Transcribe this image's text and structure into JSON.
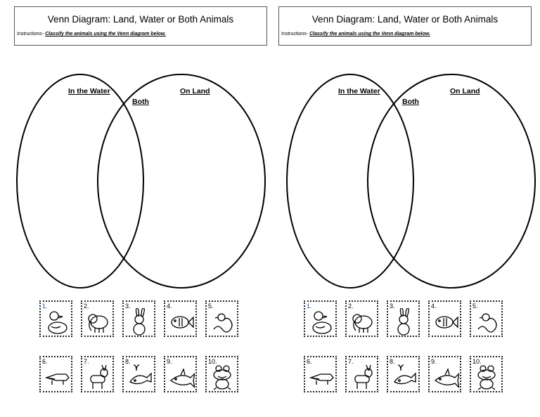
{
  "worksheet": {
    "title": "Venn Diagram: Land, Water or Both Animals",
    "instructions_lead": "Instructions- ",
    "instructions_task": "Classify the animals using the Venn diagram below.",
    "labels": {
      "water": "In the Water",
      "both": "Both",
      "land": "On Land"
    },
    "cards": [
      {
        "num": "1.",
        "icon": "duck-icon"
      },
      {
        "num": "2.",
        "icon": "elephant-icon"
      },
      {
        "num": "3.",
        "icon": "rabbit-icon"
      },
      {
        "num": "4.",
        "icon": "fish-icon"
      },
      {
        "num": "5.",
        "icon": "snake-icon"
      },
      {
        "num": "6.",
        "icon": "crocodile-icon"
      },
      {
        "num": "7.",
        "icon": "donkey-icon"
      },
      {
        "num": "8.",
        "icon": "whale-icon"
      },
      {
        "num": "9.",
        "icon": "shark-icon"
      },
      {
        "num": "10.",
        "icon": "frog-icon"
      }
    ]
  }
}
